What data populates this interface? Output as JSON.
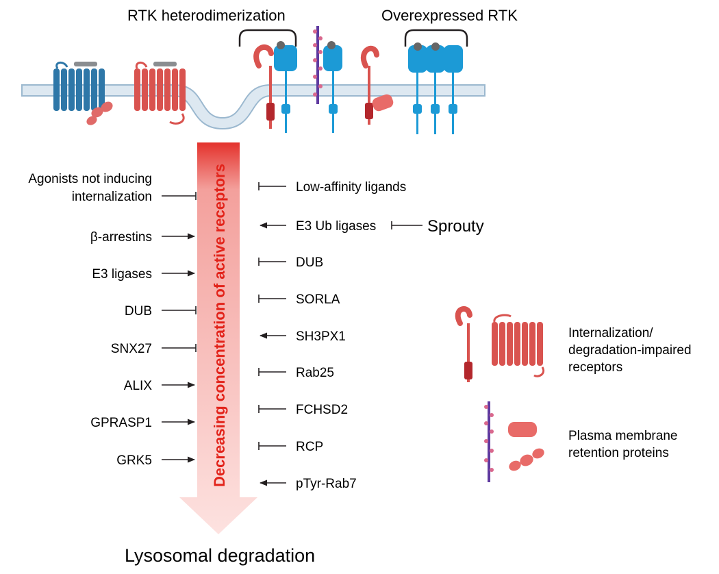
{
  "top_labels": {
    "heterodimerization": "RTK heterodimerization",
    "overexpressed": "Overexpressed RTK"
  },
  "axis_label": "Decreasing concentration of active receptors",
  "bottom_label": "Lysosomal degradation",
  "left_factors": [
    {
      "lines": [
        "Agonists not inducing",
        "internalization"
      ],
      "effect": "inhibit"
    },
    {
      "lines": [
        "β-arrestins"
      ],
      "effect": "promote"
    },
    {
      "lines": [
        "E3 ligases"
      ],
      "effect": "promote"
    },
    {
      "lines": [
        "DUB"
      ],
      "effect": "inhibit"
    },
    {
      "lines": [
        "SNX27"
      ],
      "effect": "inhibit"
    },
    {
      "lines": [
        "ALIX"
      ],
      "effect": "promote"
    },
    {
      "lines": [
        "GPRASP1"
      ],
      "effect": "promote"
    },
    {
      "lines": [
        "GRK5"
      ],
      "effect": "promote"
    }
  ],
  "right_factors": [
    {
      "label": "Low-affinity ligands",
      "effect": "inhibit"
    },
    {
      "label": "E3 Ub ligases",
      "effect": "promote"
    },
    {
      "label": "DUB",
      "effect": "inhibit"
    },
    {
      "label": "SORLA",
      "effect": "inhibit"
    },
    {
      "label": "SH3PX1",
      "effect": "promote"
    },
    {
      "label": "Rab25",
      "effect": "inhibit"
    },
    {
      "label": "FCHSD2",
      "effect": "inhibit"
    },
    {
      "label": "RCP",
      "effect": "inhibit"
    },
    {
      "label": "pTyr-Rab7",
      "effect": "promote"
    }
  ],
  "sprouty": {
    "label": "Sprouty",
    "effect": "inhibit",
    "target": "E3 Ub ligases"
  },
  "legend": {
    "impaired": [
      "Internalization/",
      "degradation-impaired",
      "receptors"
    ],
    "retention": [
      "Plasma membrane",
      "retention proteins"
    ]
  },
  "colors": {
    "blue_receptor": "#2e77a8",
    "blue_rtk": "#1c9ad6",
    "red_receptor": "#d9534f",
    "dark_red": "#b3272c",
    "arrow_red": "#e2231a",
    "arrow_fill": "#fbd3d1",
    "membrane": "#c9d9e6"
  }
}
